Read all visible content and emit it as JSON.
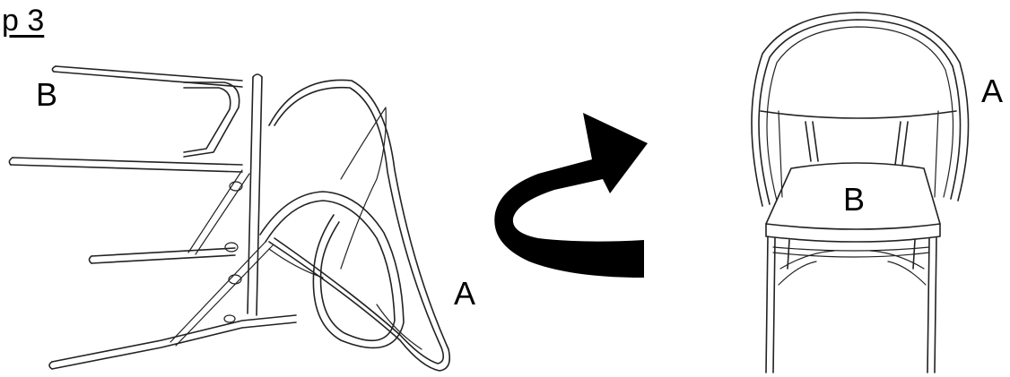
{
  "step_label": "p 3",
  "labels": {
    "left_b": "B",
    "left_a": "A",
    "right_a": "A",
    "right_b": "B"
  },
  "icons": {
    "arrow": "rotate-arrow-icon"
  },
  "colors": {
    "ink": "#000000",
    "background": "#ffffff"
  }
}
